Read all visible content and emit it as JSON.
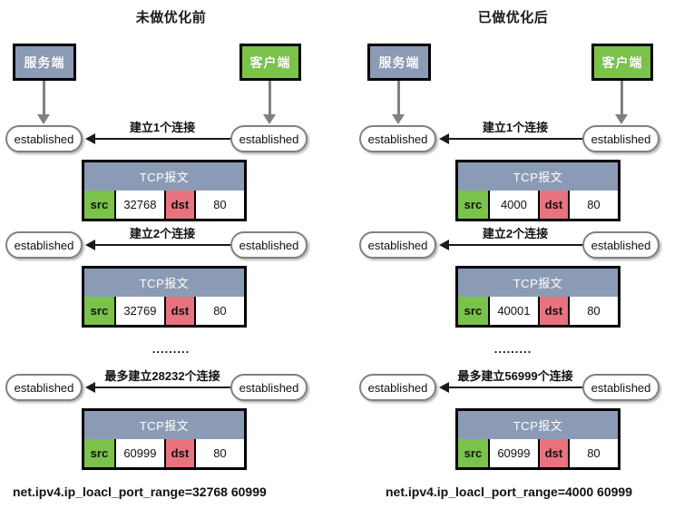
{
  "diagram": {
    "type": "network-port-range-comparison",
    "colors": {
      "server_fill": "#8c9bb5",
      "client_fill": "#7bc24b",
      "src_fill": "#7bc24b",
      "dst_fill": "#e8737f",
      "pill_border": "#808080",
      "arrow": "#1a1a1a",
      "down_arrow": "#808080",
      "text": "#111111"
    },
    "panels": [
      {
        "id": "before",
        "title": "未做优化前",
        "server_label": "服务端",
        "client_label": "客户端",
        "ellipsis": ".........",
        "sysctl": "net.ipv4.ip_loacl_port_range=32768  60999",
        "rows": [
          {
            "arrow_label": "建立1个连接",
            "left_state": "established",
            "right_state": "established",
            "packet": {
              "header": "TCP报文",
              "src_key": "src",
              "src_value": "32768",
              "dst_key": "dst",
              "dst_value": "80"
            }
          },
          {
            "arrow_label": "建立2个连接",
            "left_state": "established",
            "right_state": "established",
            "packet": {
              "header": "TCP报文",
              "src_key": "src",
              "src_value": "32769",
              "dst_key": "dst",
              "dst_value": "80"
            }
          },
          {
            "arrow_label": "最多建立28232个连接",
            "left_state": "established",
            "right_state": "established",
            "packet": {
              "header": "TCP报文",
              "src_key": "src",
              "src_value": "60999",
              "dst_key": "dst",
              "dst_value": "80"
            }
          }
        ]
      },
      {
        "id": "after",
        "title": "已做优化后",
        "server_label": "服务端",
        "client_label": "客户端",
        "ellipsis": ".........",
        "sysctl": "net.ipv4.ip_loacl_port_range=4000  60999",
        "rows": [
          {
            "arrow_label": "建立1个连接",
            "left_state": "established",
            "right_state": "established",
            "packet": {
              "header": "TCP报文",
              "src_key": "src",
              "src_value": "4000",
              "dst_key": "dst",
              "dst_value": "80"
            }
          },
          {
            "arrow_label": "建立2个连接",
            "left_state": "established",
            "right_state": "established",
            "packet": {
              "header": "TCP报文",
              "src_key": "src",
              "src_value": "40001",
              "dst_key": "dst",
              "dst_value": "80"
            }
          },
          {
            "arrow_label": "最多建立56999个连接",
            "left_state": "established",
            "right_state": "established",
            "packet": {
              "header": "TCP报文",
              "src_key": "src",
              "src_value": "60999",
              "dst_key": "dst",
              "dst_value": "80"
            }
          }
        ]
      }
    ]
  }
}
